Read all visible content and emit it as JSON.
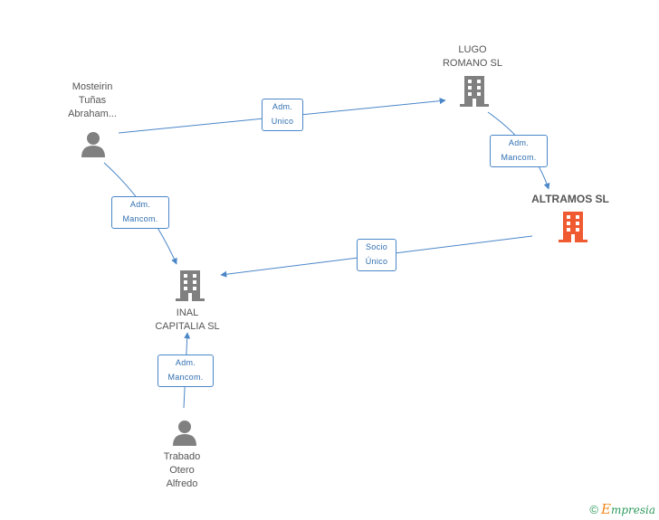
{
  "nodes": {
    "mosteirin": {
      "label_lines": [
        "Mosteirin",
        "Tuñas",
        "Abraham..."
      ],
      "type": "person",
      "icon": "person-icon"
    },
    "lugo": {
      "label_lines": [
        "LUGO",
        "ROMANO SL"
      ],
      "type": "company",
      "icon": "building-icon"
    },
    "altramos": {
      "label": "ALTRAMOS SL",
      "type": "company",
      "icon": "building-icon",
      "highlight": true
    },
    "inal": {
      "label_lines": [
        "INAL",
        "CAPITALIA SL"
      ],
      "type": "company",
      "icon": "building-icon"
    },
    "trabado": {
      "label_lines": [
        "Trabado",
        "Otero",
        "Alfredo"
      ],
      "type": "person",
      "icon": "person-icon"
    }
  },
  "edges": {
    "mosteirin_lugo": {
      "lines": [
        "Adm.",
        "Unico"
      ]
    },
    "lugo_altramos": {
      "lines": [
        "Adm.",
        "Mancom."
      ]
    },
    "mosteirin_inal": {
      "lines": [
        "Adm.",
        "Mancom."
      ]
    },
    "altramos_inal": {
      "lines": [
        "Socio",
        "Único"
      ]
    },
    "trabado_inal": {
      "lines": [
        "Adm.",
        "Mancom."
      ]
    }
  },
  "footer": {
    "copyright": "©",
    "brand_first": "E",
    "brand_rest": "mpresia"
  },
  "colors": {
    "edge": "#4a86c8",
    "node": "#808080",
    "focus": "#f05a30",
    "brand": "#2e9b5e"
  }
}
